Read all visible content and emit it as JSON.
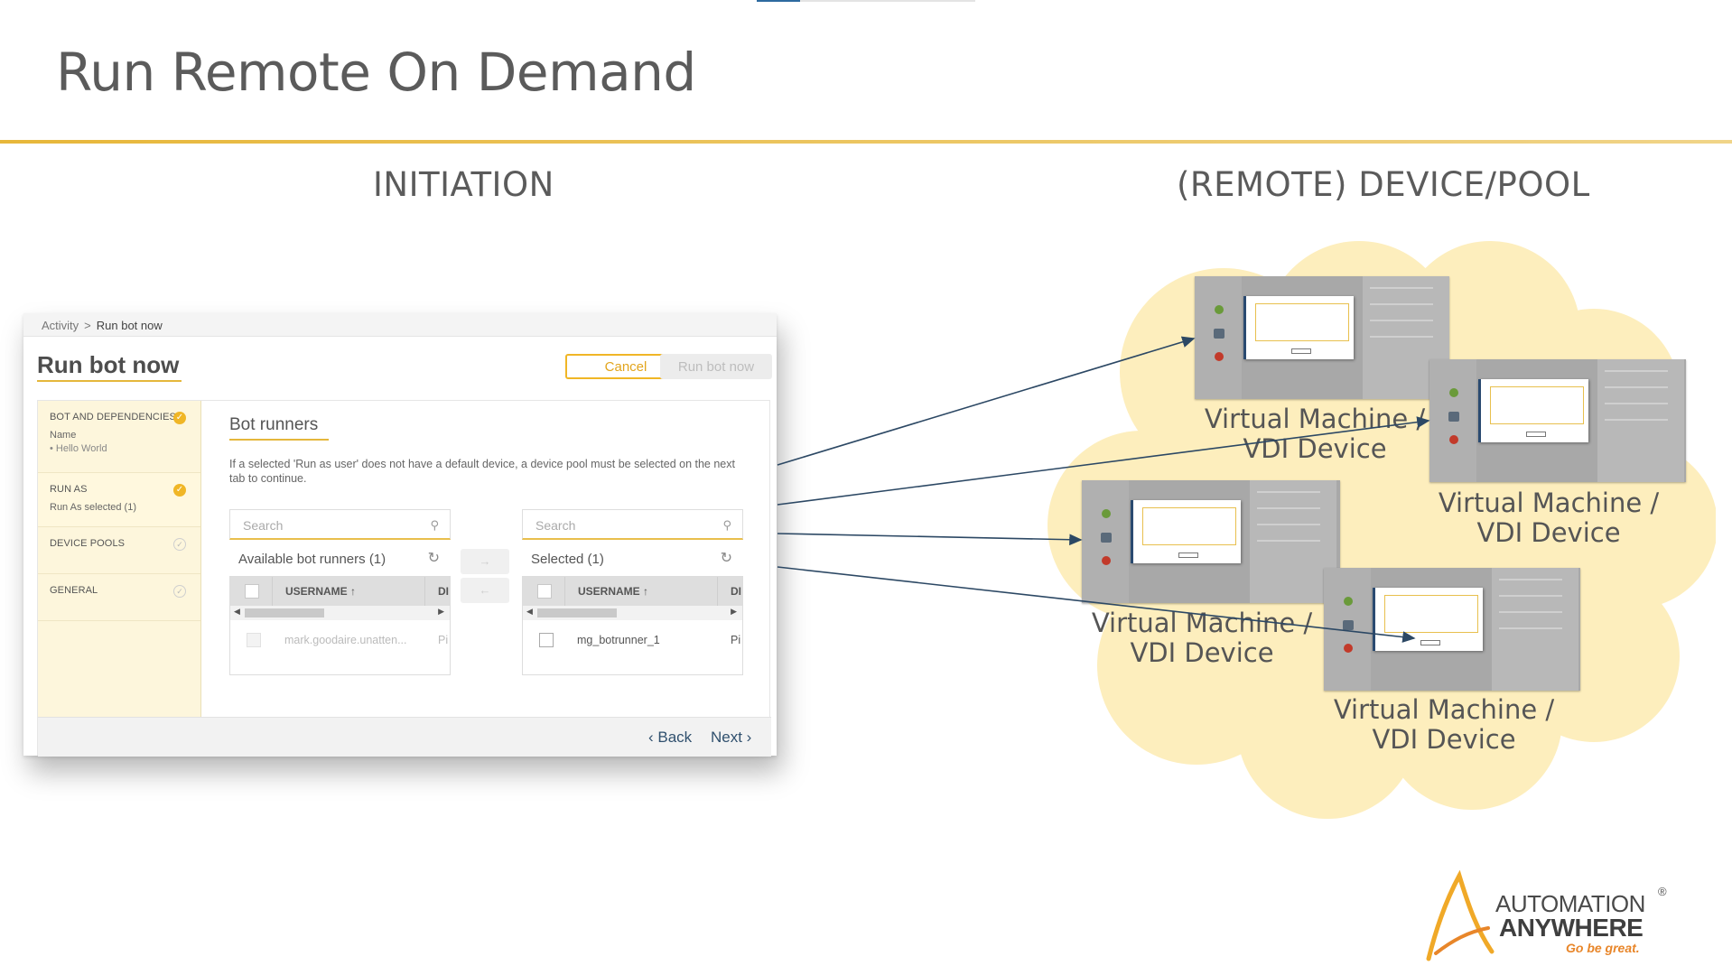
{
  "slide": {
    "title": "Run Remote On Demand",
    "left_heading": "INITIATION",
    "right_heading": "(REMOTE) DEVICE/POOL"
  },
  "app": {
    "breadcrumb": {
      "parent": "Activity",
      "separator": ">",
      "current": "Run bot now"
    },
    "title": "Run bot now",
    "cancel_label": "Cancel",
    "run_label": "Run bot now",
    "steps": [
      {
        "name": "BOT AND DEPENDENCIES",
        "sub1": "Name",
        "sub2": "• Hello World",
        "done": true
      },
      {
        "name": "RUN AS",
        "sub1": "Run As selected (1)",
        "done": true
      },
      {
        "name": "DEVICE POOLS",
        "done": false
      },
      {
        "name": "GENERAL",
        "done": false
      }
    ],
    "section_title": "Bot runners",
    "description": "If a selected 'Run as user' does not have a default device, a device pool must be selected on the next tab to continue.",
    "available": {
      "search_placeholder": "Search",
      "label": "Available bot runners  (1)",
      "col_username": "USERNAME ↑",
      "col_extra": "DI",
      "rows": [
        {
          "username": "mark.goodaire.unatten...",
          "extra": "Pi"
        }
      ]
    },
    "selected": {
      "search_placeholder": "Search",
      "label": "Selected  (1)",
      "col_username": "USERNAME ↑",
      "col_extra": "DI",
      "rows": [
        {
          "username": "mg_botrunner_1",
          "extra": "Pi"
        }
      ]
    },
    "move_right": "→",
    "move_left": "←",
    "back_label": "‹ Back",
    "next_label": "Next ›"
  },
  "devices": [
    {
      "label_line1": "Virtual Machine /",
      "label_line2": "VDI Device"
    },
    {
      "label_line1": "Virtual Machine /",
      "label_line2": "VDI Device"
    },
    {
      "label_line1": "Virtual Machine /",
      "label_line2": "VDI Device"
    },
    {
      "label_line1": "Virtual Machine /",
      "label_line2": "VDI Device"
    }
  ],
  "logo": {
    "line1": "AUTOMATION",
    "line2": "ANYWHERE",
    "registered": "®",
    "tagline": "Go be great."
  },
  "colors": {
    "accent_gold": "#e5b73b",
    "cloud_fill": "#fdeebd",
    "nav_blue": "#30506e",
    "arrow": "#2c4864"
  }
}
